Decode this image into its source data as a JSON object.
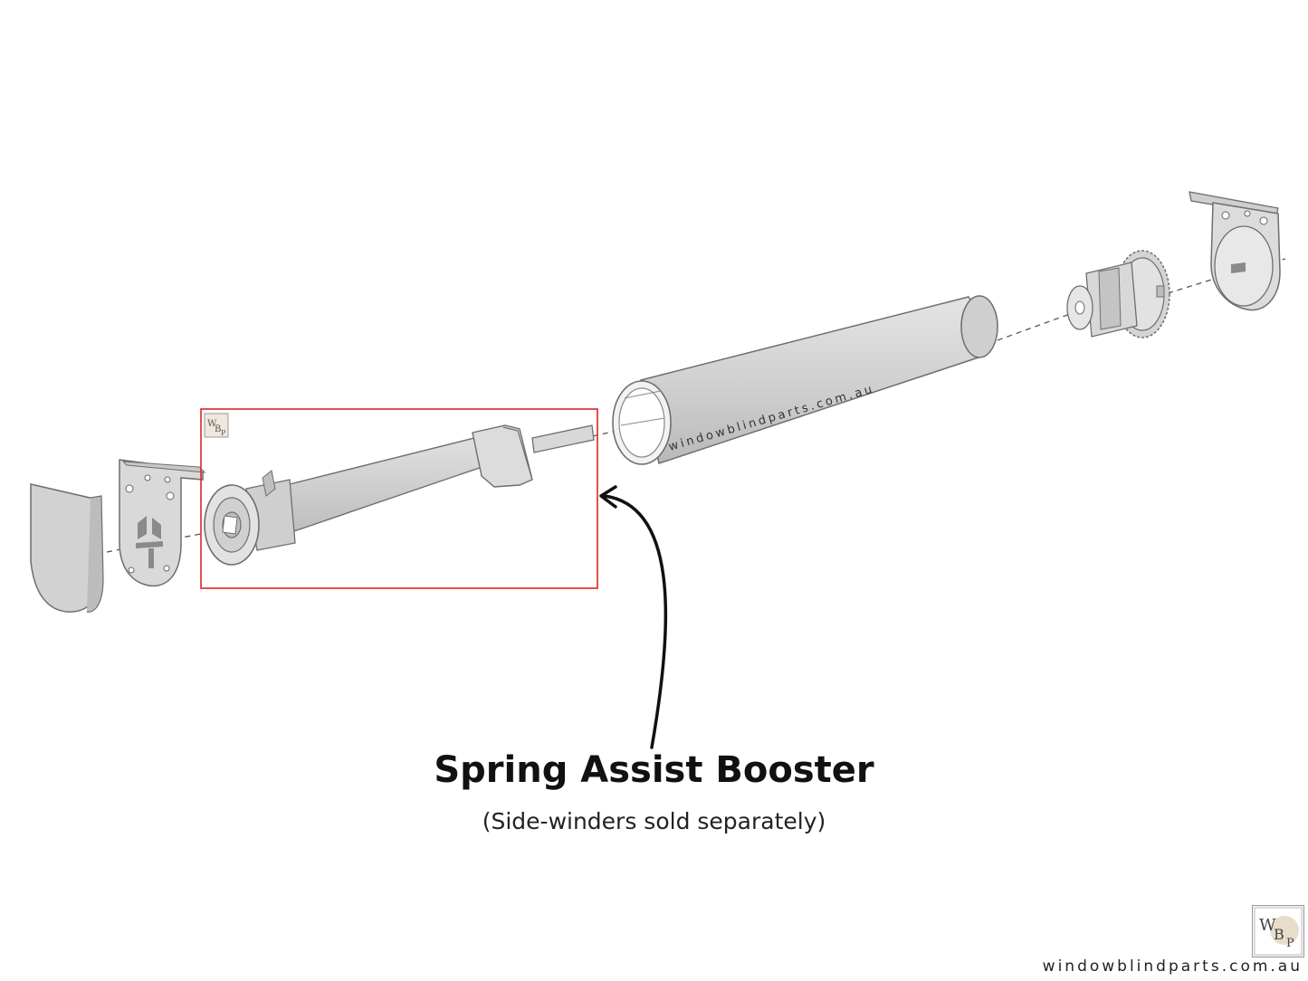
{
  "title": "Spring Assist Booster",
  "subtitle": "(Side-winders sold separately)",
  "tube_watermark": "windowblindparts.com.au",
  "footer_url": "windowblindparts.com.au",
  "logo_text": "WBP",
  "colors": {
    "highlight_box": "#e02424",
    "part_fill": "#d6d6d6",
    "part_stroke": "#6e6e6e",
    "arrow": "#111111"
  },
  "icons": [
    "end-cap-icon",
    "left-bracket-icon",
    "spring-booster-icon",
    "roller-tube-icon",
    "clutch-icon",
    "right-bracket-icon",
    "arrow-icon",
    "logo-icon"
  ]
}
